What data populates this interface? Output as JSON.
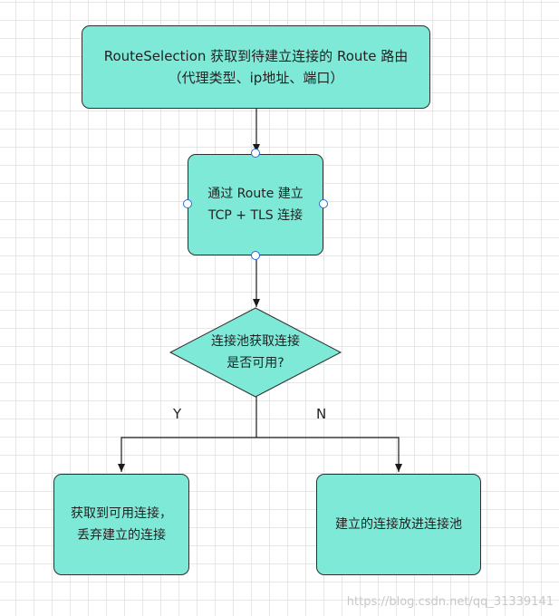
{
  "nodes": {
    "route_selection": {
      "line1": "RouteSelection 获取到待建立连接的 Route 路由",
      "line2": "（代理类型、ip地址、端口）"
    },
    "connect": {
      "line1": "通过 Route 建立",
      "line2": "TCP + TLS 连接"
    },
    "pool_check": {
      "line1": "连接池获取连接",
      "line2": "是否可用?"
    },
    "use_pooled": {
      "line1": "获取到可用连接，",
      "line2": "丢弃建立的连接"
    },
    "put_in_pool": {
      "line1": "建立的连接放进连接池"
    }
  },
  "branches": {
    "yes": "Y",
    "no": "N"
  },
  "watermark": "https://blog.csdn.net/qq_31339141",
  "colors": {
    "node_fill": "#7fe9d8",
    "node_stroke": "#2f2f2f",
    "edge": "#1a1a1a",
    "handle_stroke": "#2b6cd6"
  }
}
